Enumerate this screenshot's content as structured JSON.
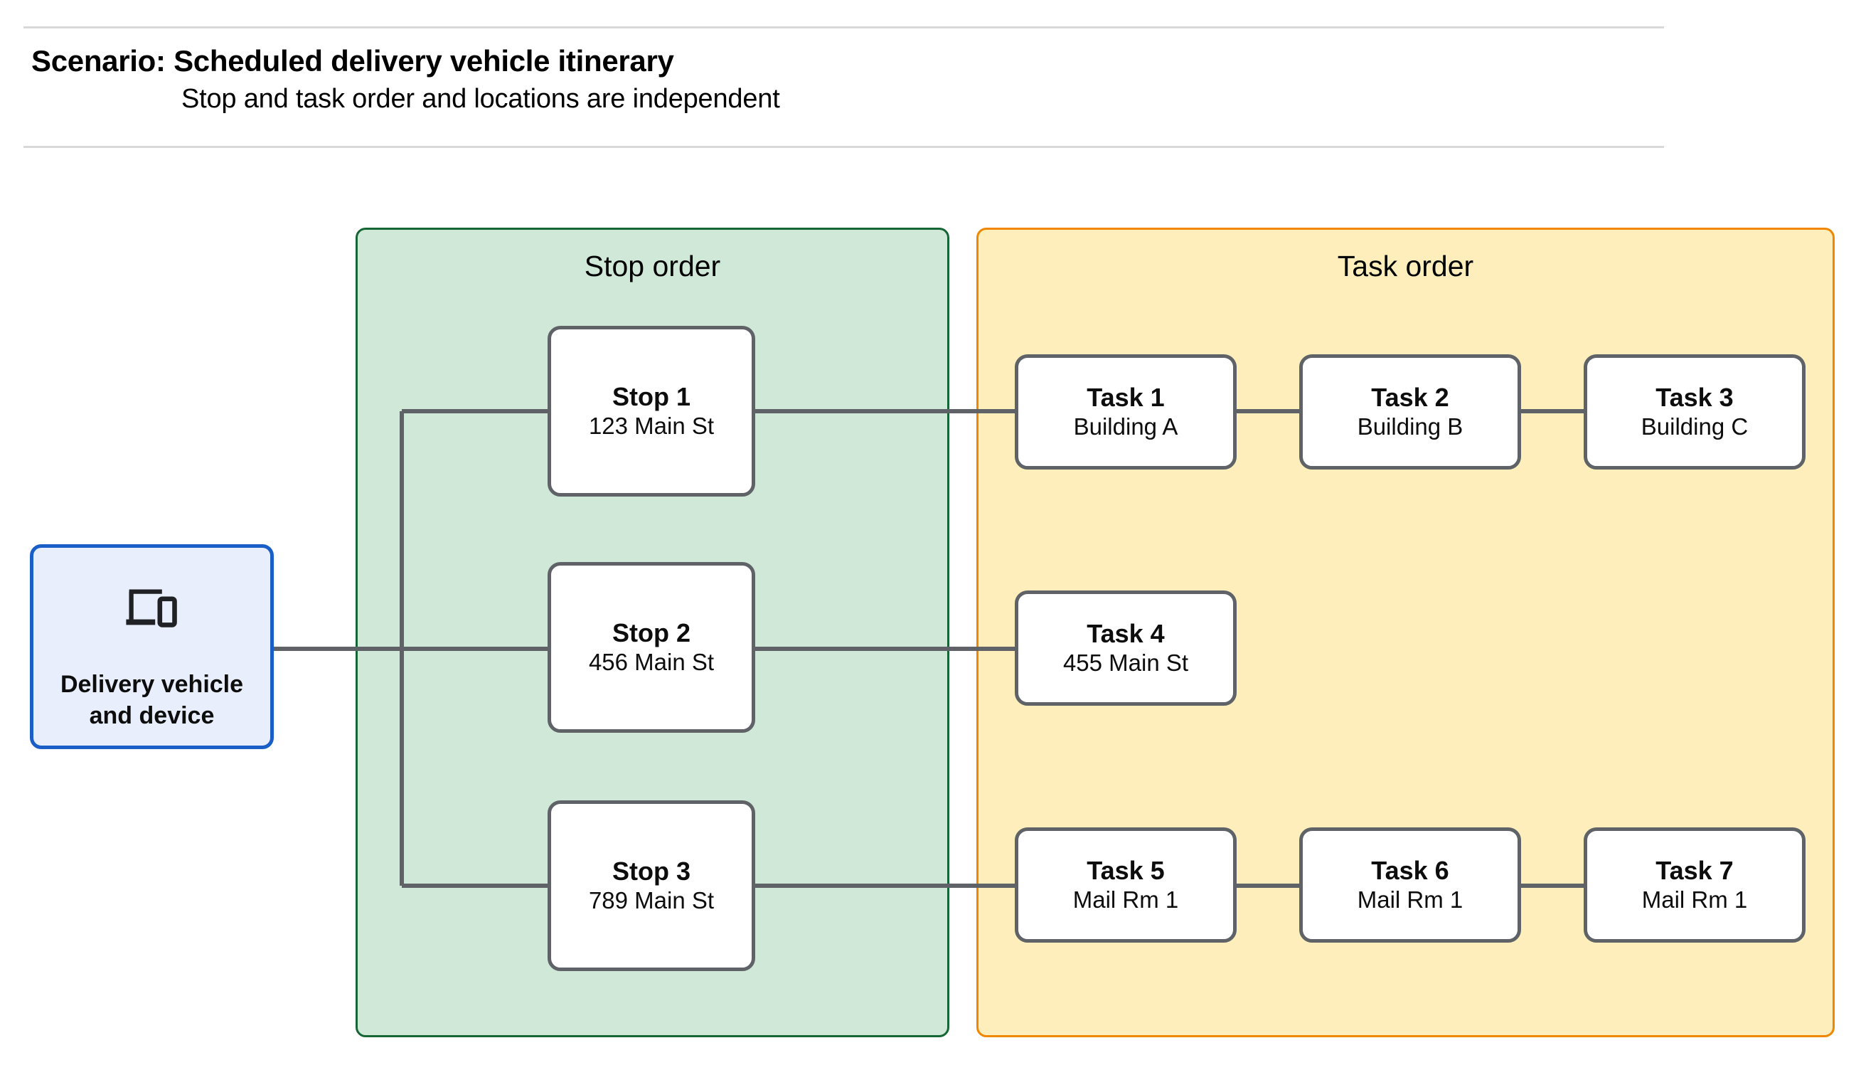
{
  "header": {
    "title": "Scenario: Scheduled delivery vehicle itinerary",
    "subtitle": "Stop and task order and locations are independent"
  },
  "vehicle": {
    "label": "Delivery vehicle\nand device",
    "icon": "devices-icon"
  },
  "panels": {
    "stop_order": {
      "title": "Stop order",
      "fill": "#cfe8d7",
      "border": "#166534"
    },
    "task_order": {
      "title": "Task order",
      "fill": "#fdeebb",
      "border": "#ef8700"
    }
  },
  "stops": [
    {
      "name": "Stop 1",
      "location": "123 Main St"
    },
    {
      "name": "Stop 2",
      "location": "456 Main St"
    },
    {
      "name": "Stop 3",
      "location": "789 Main St"
    }
  ],
  "tasks": [
    {
      "name": "Task 1",
      "location": "Building A"
    },
    {
      "name": "Task 2",
      "location": "Building B"
    },
    {
      "name": "Task 3",
      "location": "Building C"
    },
    {
      "name": "Task 4",
      "location": "455 Main St"
    },
    {
      "name": "Task 5",
      "location": "Mail Rm 1"
    },
    {
      "name": "Task 6",
      "location": "Mail Rm 1"
    },
    {
      "name": "Task 7",
      "location": "Mail Rm 1"
    }
  ],
  "colors": {
    "node_border": "#5f6368",
    "node_fill": "#ffffff",
    "vehicle_border": "#1a5fc8",
    "vehicle_fill": "#e8eefc",
    "connector": "#5f6368",
    "rule": "#d9d9d9"
  }
}
